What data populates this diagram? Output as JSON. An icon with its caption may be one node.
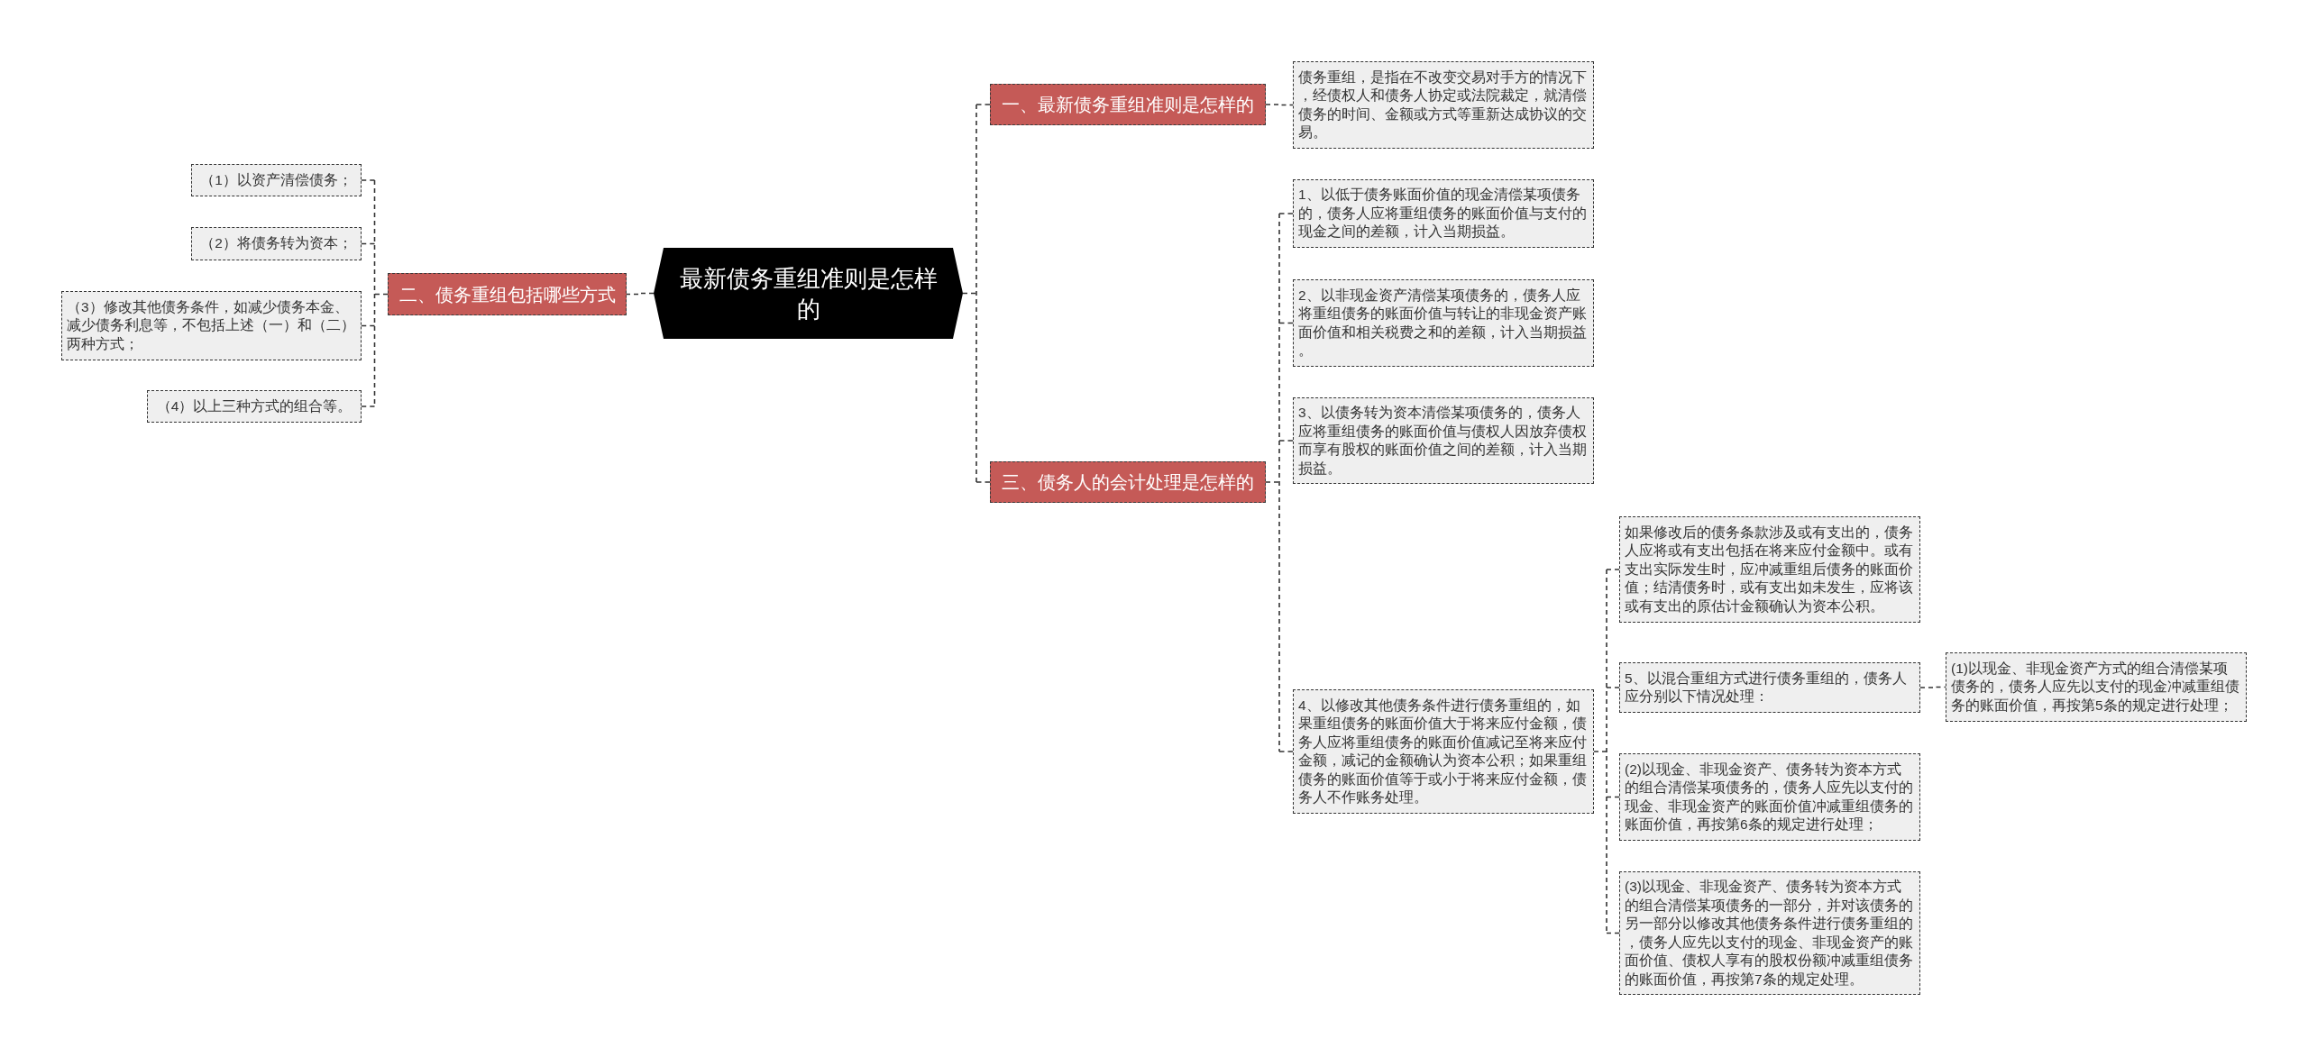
{
  "diagram": {
    "nodes": [
      {
        "text": [
          "最新债务重组准则是怎样的"
        ]
      },
      {
        "text": [
          "一、最新债务重组准则是怎样的"
        ]
      },
      {
        "text": [
          "债务重组，是指在不改变交易对手方的情况下，经债权人和债务人协定或法院裁定，就清偿债务的时间、金额或方式等重新达成协议的交易。"
        ]
      },
      {
        "text": [
          "三、债务人的会计处理是怎样的"
        ]
      },
      {
        "text": [
          "1、以低于债务账面价值的现金清偿某项债务的，债务人应将重组债务的账面价值与支付的现金之间的差额，计入当期损益。"
        ]
      },
      {
        "text": [
          "2、以非现金资产清偿某项债务的，债务人应将重组债务的账面价值与转让的非现金资产账面价值和相关税费之和的差额，计入当期损益。"
        ]
      },
      {
        "text": [
          "3、以债务转为资本清偿某项债务的，债务人应将重组债务的账面价值与债权人因放弃债权而享有股权的账面价值之间的差额，计入当期损益。"
        ]
      },
      {
        "text": [
          "4、以修改其他债务条件进行债务重组的，如果重组债务的账面价值大于将来应付金额，债务人应将重组债务的账面价值减记至将来应付金额，减记的金额确认为资本公积；如果重组债务的账面价值等于或小于将来应付金额，债务人不作账务处理。"
        ]
      },
      {
        "text": [
          "如果修改后的债务条款涉及或有支出的，债务人应将或有支出包括在将来应付金额中。或有支出实际发生时，应冲减重组后债务的账面价值；结清债务时，或有支出如未发生，应将该或有支出的原估计金额确认为资本公积。"
        ]
      },
      {
        "text": [
          "5、以混合重组方式进行债务重组的，债务人应分别以下情况处理："
        ]
      },
      {
        "text": [
          "(1)以现金、非现金资产方式的组合清偿某项债务的，债务人应先以支付的现金冲减重组债务的账面价值，再按第5条的规定进行处理；"
        ]
      },
      {
        "text": [
          "(2)以现金、非现金资产、债务转为资本方式的组合清偿某项债务的，债务人应先以支付的现金、非现金资产的账面价值冲减重组债务的账面价值，再按第6条的规定进行处理；"
        ]
      },
      {
        "text": [
          "(3)以现金、非现金资产、债务转为资本方式的组合清偿某项债务的一部分，并对该债务的另一部分以修改其他债务条件进行债务重组的，债务人应先以支付的现金、非现金资产的账面价值、债权人享有的股权份额冲减重组债务的账面价值，再按第7条的规定处理。"
        ]
      },
      {
        "text": [
          "二、债务重组包括哪些方式"
        ]
      },
      {
        "text": [
          "（1）以资产清偿债务；"
        ]
      },
      {
        "text": [
          "（2）将债务转为资本；"
        ]
      },
      {
        "text": [
          "（3）修改其他债务条件，如减少债务本金、减少债务利息等，不包括上述（一）和（二）两种方式；"
        ]
      },
      {
        "text": [
          "（4）以上三种方式的组合等。"
        ]
      }
    ],
    "edges": [
      {
        "from": 0,
        "to": 1,
        "arrow": "none"
      },
      {
        "from": 1,
        "to": 2,
        "arrow": "none"
      },
      {
        "from": 0,
        "to": 3,
        "arrow": "none"
      },
      {
        "from": 3,
        "to": 4,
        "arrow": "none"
      },
      {
        "from": 3,
        "to": 5,
        "arrow": "none"
      },
      {
        "from": 3,
        "to": 6,
        "arrow": "none"
      },
      {
        "from": 3,
        "to": 7,
        "arrow": "none"
      },
      {
        "from": 7,
        "to": 8,
        "arrow": "none"
      },
      {
        "from": 7,
        "to": 9,
        "arrow": "none"
      },
      {
        "from": 9,
        "to": 10,
        "arrow": "none"
      },
      {
        "from": 7,
        "to": 11,
        "arrow": "none"
      },
      {
        "from": 7,
        "to": 12,
        "arrow": "none"
      },
      {
        "from": 0,
        "to": 13,
        "arrow": "none"
      },
      {
        "from": 13,
        "to": 14,
        "arrow": "none"
      },
      {
        "from": 13,
        "to": 15,
        "arrow": "none"
      },
      {
        "from": 13,
        "to": 16,
        "arrow": "none"
      },
      {
        "from": 13,
        "to": 17,
        "arrow": "none"
      }
    ]
  }
}
